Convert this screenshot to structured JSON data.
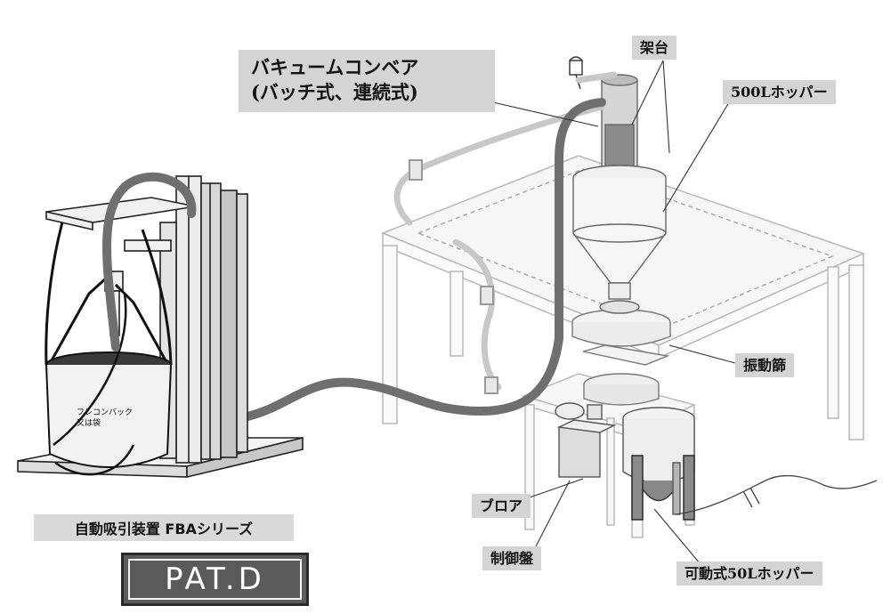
{
  "title": {
    "line1": "バキュームコンベア",
    "line2": "(バッチ式、連続式)"
  },
  "labels": {
    "frame": "架台",
    "hopper500": "500Lホッパー",
    "sieve": "振動篩",
    "blower": "ブロア",
    "control_panel": "制御盤",
    "mobile_hopper": "可動式50Lホッパー"
  },
  "bag_label": {
    "line1": "フレコンバック",
    "line2": "又は袋"
  },
  "series_title": "自動吸引装置 FBAシリーズ",
  "patent": "PAT.D",
  "colors": {
    "label_bg": "#d4d4d4",
    "hose": "#6f6f6f",
    "patent_bg": "#5a5a5a"
  }
}
